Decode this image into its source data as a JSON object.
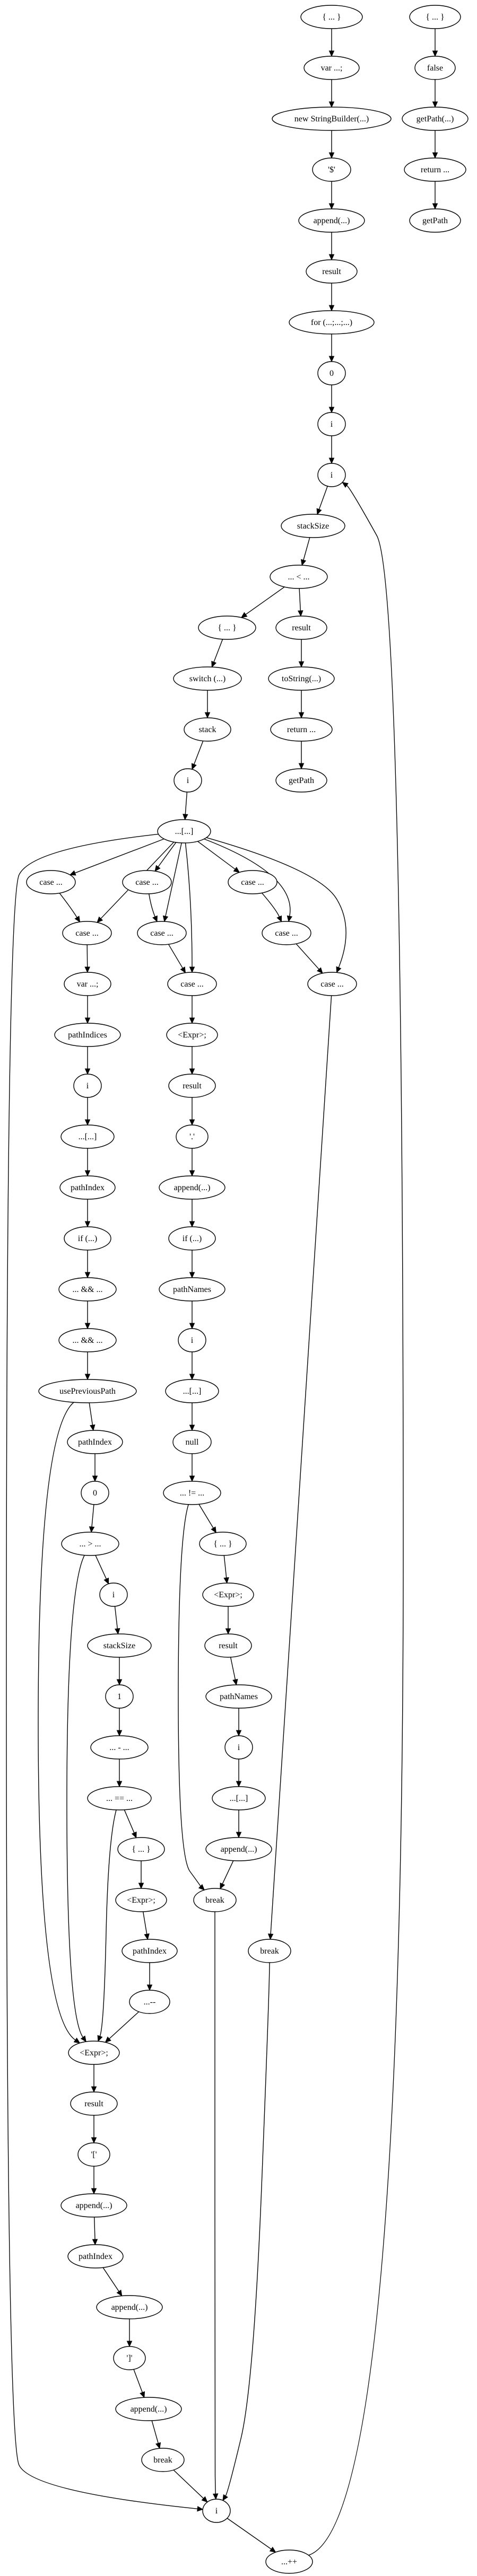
{
  "graph": {
    "nodes": [
      {
        "id": "n1",
        "label": "{ ... }"
      },
      {
        "id": "n2",
        "label": "var ...;"
      },
      {
        "id": "n3",
        "label": "new StringBuilder(...)"
      },
      {
        "id": "n4",
        "label": "'$'"
      },
      {
        "id": "n5",
        "label": "append(...)"
      },
      {
        "id": "n6",
        "label": "result"
      },
      {
        "id": "n7",
        "label": "for (...;...;...)"
      },
      {
        "id": "n8",
        "label": "0"
      },
      {
        "id": "n9",
        "label": "i"
      },
      {
        "id": "n10",
        "label": "i"
      },
      {
        "id": "n11",
        "label": "stackSize"
      },
      {
        "id": "n12",
        "label": "... < ..."
      },
      {
        "id": "n13",
        "label": "{ ... }"
      },
      {
        "id": "n14",
        "label": "result"
      },
      {
        "id": "n15",
        "label": "toString(...)"
      },
      {
        "id": "n16",
        "label": "return ..."
      },
      {
        "id": "n17",
        "label": "getPath"
      },
      {
        "id": "n18",
        "label": "switch (...)"
      },
      {
        "id": "n19",
        "label": "stack"
      },
      {
        "id": "n20",
        "label": "i"
      },
      {
        "id": "n21",
        "label": "...[...]"
      },
      {
        "id": "c1",
        "label": "case ..."
      },
      {
        "id": "c2",
        "label": "case ..."
      },
      {
        "id": "c3",
        "label": "case ..."
      },
      {
        "id": "c4",
        "label": "case ..."
      },
      {
        "id": "c5",
        "label": "case ..."
      },
      {
        "id": "c6",
        "label": "case ..."
      },
      {
        "id": "c7",
        "label": "case ..."
      },
      {
        "id": "c8",
        "label": "case ..."
      },
      {
        "id": "a1",
        "label": "var ...;"
      },
      {
        "id": "a2",
        "label": "pathIndices"
      },
      {
        "id": "a3",
        "label": "i"
      },
      {
        "id": "a4",
        "label": "...[...]"
      },
      {
        "id": "a5",
        "label": "pathIndex"
      },
      {
        "id": "a6",
        "label": "if (...)"
      },
      {
        "id": "a7",
        "label": "... && ..."
      },
      {
        "id": "a8",
        "label": "... && ..."
      },
      {
        "id": "a9",
        "label": "usePreviousPath"
      },
      {
        "id": "a10",
        "label": "pathIndex"
      },
      {
        "id": "a11",
        "label": "0"
      },
      {
        "id": "a12",
        "label": "... > ..."
      },
      {
        "id": "a13",
        "label": "i"
      },
      {
        "id": "a14",
        "label": "stackSize"
      },
      {
        "id": "a15",
        "label": "1"
      },
      {
        "id": "a16",
        "label": "... - ..."
      },
      {
        "id": "a17",
        "label": "... == ..."
      },
      {
        "id": "a18",
        "label": "{ ... }"
      },
      {
        "id": "a19",
        "label": "<Expr>;"
      },
      {
        "id": "a20",
        "label": "pathIndex"
      },
      {
        "id": "a21",
        "label": "...--"
      },
      {
        "id": "a22",
        "label": "<Expr>;"
      },
      {
        "id": "a23",
        "label": "result"
      },
      {
        "id": "a24",
        "label": "'['"
      },
      {
        "id": "a25",
        "label": "append(...)"
      },
      {
        "id": "a26",
        "label": "pathIndex"
      },
      {
        "id": "a27",
        "label": "append(...)"
      },
      {
        "id": "a28",
        "label": "']'"
      },
      {
        "id": "a29",
        "label": "append(...)"
      },
      {
        "id": "a30",
        "label": "break"
      },
      {
        "id": "b1",
        "label": "<Expr>;"
      },
      {
        "id": "b2",
        "label": "result"
      },
      {
        "id": "b3",
        "label": "'.'"
      },
      {
        "id": "b4",
        "label": "append(...)"
      },
      {
        "id": "b5",
        "label": "if (...)"
      },
      {
        "id": "b6",
        "label": "pathNames"
      },
      {
        "id": "b7",
        "label": "i"
      },
      {
        "id": "b8",
        "label": "...[...]"
      },
      {
        "id": "b9",
        "label": "null"
      },
      {
        "id": "b10",
        "label": "... != ..."
      },
      {
        "id": "b11",
        "label": "{ ... }"
      },
      {
        "id": "b12",
        "label": "<Expr>;"
      },
      {
        "id": "b13",
        "label": "result"
      },
      {
        "id": "b14",
        "label": "pathNames"
      },
      {
        "id": "b15",
        "label": "i"
      },
      {
        "id": "b16",
        "label": "...[...]"
      },
      {
        "id": "b17",
        "label": "append(...)"
      },
      {
        "id": "b18",
        "label": "break"
      },
      {
        "id": "d1",
        "label": "break"
      },
      {
        "id": "e1",
        "label": "i"
      },
      {
        "id": "e2",
        "label": "...++"
      },
      {
        "id": "g1",
        "label": "{ ... }"
      },
      {
        "id": "g2",
        "label": "false"
      },
      {
        "id": "g3",
        "label": "getPath(...)"
      },
      {
        "id": "g4",
        "label": "return ..."
      },
      {
        "id": "g5",
        "label": "getPath"
      }
    ],
    "edges": [
      [
        "n1",
        "n2"
      ],
      [
        "n2",
        "n3"
      ],
      [
        "n3",
        "n4"
      ],
      [
        "n4",
        "n5"
      ],
      [
        "n5",
        "n6"
      ],
      [
        "n6",
        "n7"
      ],
      [
        "n7",
        "n8"
      ],
      [
        "n8",
        "n9"
      ],
      [
        "n9",
        "n10"
      ],
      [
        "n10",
        "n11"
      ],
      [
        "n11",
        "n12"
      ],
      [
        "n12",
        "n13"
      ],
      [
        "n12",
        "n14"
      ],
      [
        "n14",
        "n15"
      ],
      [
        "n15",
        "n16"
      ],
      [
        "n16",
        "n17"
      ],
      [
        "n13",
        "n18"
      ],
      [
        "n18",
        "n19"
      ],
      [
        "n19",
        "n20"
      ],
      [
        "n20",
        "n21"
      ],
      [
        "n21",
        "c1"
      ],
      [
        "n21",
        "c2"
      ],
      [
        "n21",
        "c3"
      ],
      [
        "n21",
        "c4"
      ],
      [
        "n21",
        "c5"
      ],
      [
        "n21",
        "c6"
      ],
      [
        "n21",
        "c7"
      ],
      [
        "n21",
        "c8"
      ],
      [
        "n21",
        "e1"
      ],
      [
        "c1",
        "c2"
      ],
      [
        "c3",
        "c4"
      ],
      [
        "c4",
        "c5"
      ],
      [
        "c6",
        "c7"
      ],
      [
        "c7",
        "c8"
      ],
      [
        "c2",
        "a1"
      ],
      [
        "a1",
        "a2"
      ],
      [
        "a2",
        "a3"
      ],
      [
        "a3",
        "a4"
      ],
      [
        "a4",
        "a5"
      ],
      [
        "a5",
        "a6"
      ],
      [
        "a6",
        "a7"
      ],
      [
        "a7",
        "a8"
      ],
      [
        "a8",
        "a9"
      ],
      [
        "a9",
        "a10"
      ],
      [
        "a9",
        "a22"
      ],
      [
        "a10",
        "a11"
      ],
      [
        "a11",
        "a12"
      ],
      [
        "a12",
        "a13"
      ],
      [
        "a12",
        "a22"
      ],
      [
        "a13",
        "a14"
      ],
      [
        "a14",
        "a15"
      ],
      [
        "a15",
        "a16"
      ],
      [
        "a16",
        "a17"
      ],
      [
        "a17",
        "a18"
      ],
      [
        "a17",
        "a22"
      ],
      [
        "a18",
        "a19"
      ],
      [
        "a19",
        "a20"
      ],
      [
        "a20",
        "a21"
      ],
      [
        "a21",
        "a22"
      ],
      [
        "a22",
        "a23"
      ],
      [
        "a23",
        "a24"
      ],
      [
        "a24",
        "a25"
      ],
      [
        "a25",
        "a26"
      ],
      [
        "a26",
        "a27"
      ],
      [
        "a27",
        "a28"
      ],
      [
        "a28",
        "a29"
      ],
      [
        "a29",
        "a30"
      ],
      [
        "a30",
        "e1"
      ],
      [
        "c5",
        "b1"
      ],
      [
        "b1",
        "b2"
      ],
      [
        "b2",
        "b3"
      ],
      [
        "b3",
        "b4"
      ],
      [
        "b4",
        "b5"
      ],
      [
        "b5",
        "b6"
      ],
      [
        "b6",
        "b7"
      ],
      [
        "b7",
        "b8"
      ],
      [
        "b8",
        "b9"
      ],
      [
        "b9",
        "b10"
      ],
      [
        "b10",
        "b11"
      ],
      [
        "b10",
        "b18"
      ],
      [
        "b11",
        "b12"
      ],
      [
        "b12",
        "b13"
      ],
      [
        "b13",
        "b14"
      ],
      [
        "b14",
        "b15"
      ],
      [
        "b15",
        "b16"
      ],
      [
        "b16",
        "b17"
      ],
      [
        "b17",
        "b18"
      ],
      [
        "b18",
        "e1"
      ],
      [
        "c8",
        "d1"
      ],
      [
        "d1",
        "e1"
      ],
      [
        "e1",
        "e2"
      ],
      [
        "e2",
        "n10"
      ],
      [
        "g1",
        "g2"
      ],
      [
        "g2",
        "g3"
      ],
      [
        "g3",
        "g4"
      ],
      [
        "g4",
        "g5"
      ]
    ]
  }
}
